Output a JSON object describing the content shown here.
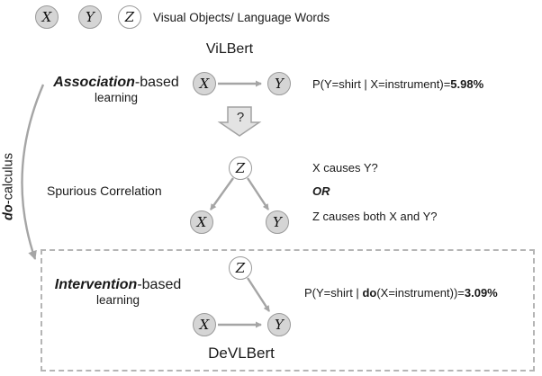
{
  "colors": {
    "node_fill": "#d5d5d5",
    "node_fill_light": "#ffffff",
    "node_stroke": "#9a9a9a",
    "arrow": "#a5a5a5",
    "text": "#1a1a1a",
    "dashed_border": "#b5b5b5",
    "block_arrow_fill": "#e3e3e3"
  },
  "legend": {
    "nodes": [
      {
        "label": "X",
        "fill": "gray"
      },
      {
        "label": "Y",
        "fill": "gray"
      },
      {
        "label": "Z",
        "fill": "white"
      }
    ],
    "caption": "Visual Objects/ Language Words"
  },
  "models": {
    "top": "ViLBert",
    "bottom": "DeVLBert"
  },
  "association": {
    "heading_bold": "Association",
    "heading_rest": "-based",
    "heading_line2": "learning",
    "nodes": {
      "x": "X",
      "y": "Y"
    },
    "probability": {
      "prefix": "P(Y=shirt | X=instrument)=",
      "value": "5.98%"
    }
  },
  "question_arrow": {
    "label": "?"
  },
  "spurious": {
    "label": "Spurious Correlation",
    "nodes": {
      "z": "Z",
      "x": "X",
      "y": "Y"
    },
    "questions": {
      "line1": "X causes Y?",
      "or": "OR",
      "line2": "Z causes both X and Y?"
    }
  },
  "intervention": {
    "heading_bold": "Intervention",
    "heading_rest": "-based",
    "heading_line2": "learning",
    "nodes": {
      "z": "Z",
      "x": "X",
      "y": "Y"
    },
    "probability": {
      "p1": "P(Y=shirt | ",
      "do_label": "do",
      "p2": "(X=instrument))=",
      "value": "3.09%"
    }
  },
  "do_calculus": {
    "bold": "do",
    "rest": "-calculus"
  }
}
